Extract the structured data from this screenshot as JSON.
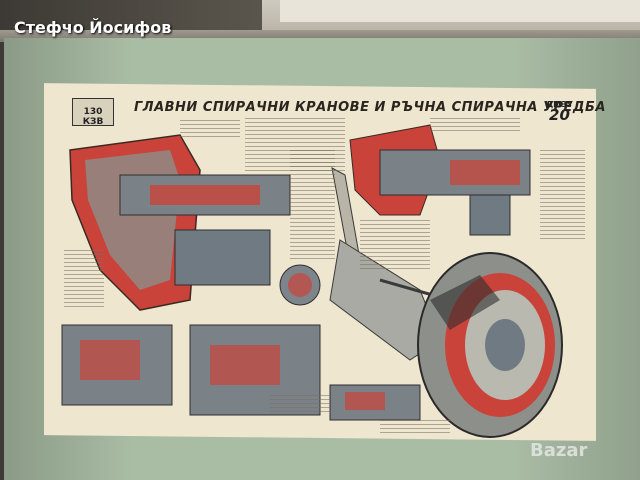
{
  "watermark": {
    "text": "Стефчо Йосифов"
  },
  "poster": {
    "title": "ГЛАВНИ СПИРАЧНИ КРАНОВЕ И РЪЧНА СПИРАЧНА УРЕДБА",
    "badge": "130 КЗВ",
    "code_label": "ДМЗУ",
    "code_number": "20"
  },
  "site_logo": {
    "text": "Bazar"
  },
  "colors": {
    "wall": "#4a4640",
    "backing": "#a9bca4",
    "sheet": "#eee6cf",
    "red": "#c9433a",
    "steel": "#6f7a82",
    "dark": "#2a241e"
  }
}
